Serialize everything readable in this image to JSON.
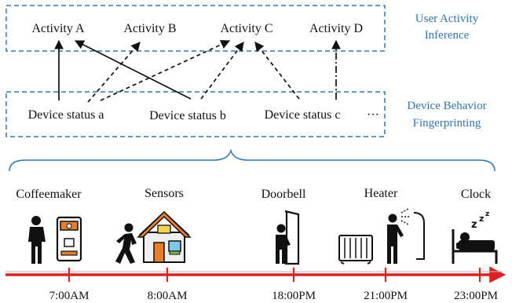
{
  "top_layer": {
    "title_line1": "User Activity",
    "title_line2": "Inference",
    "activities": [
      "Activity A",
      "Activity B",
      "Activity C",
      "Activity D"
    ]
  },
  "mid_layer": {
    "title_line1": "Device Behavior",
    "title_line2": "Fingerprinting",
    "devices": [
      "Device status a",
      "Device status b",
      "Device status c"
    ],
    "ellipsis": "···"
  },
  "timeline": {
    "events": [
      {
        "label": "Coffeemaker",
        "time": "7:00AM",
        "icon": "coffeemaker-icon"
      },
      {
        "label": "Sensors",
        "time": "8:00AM",
        "icon": "house-sensors-icon"
      },
      {
        "label": "Doorbell",
        "time": "18:00PM",
        "icon": "doorbell-icon"
      },
      {
        "label": "Heater",
        "time": "21:00PM",
        "icon": "heater-icon"
      },
      {
        "label": "Clock",
        "time": "23:00PM",
        "icon": "clock-sleep-icon"
      }
    ]
  },
  "colors": {
    "accent_blue": "#2e75b6",
    "timeline_red": "#e02020",
    "icon_orange": "#e87d2a",
    "ink": "#111111"
  }
}
